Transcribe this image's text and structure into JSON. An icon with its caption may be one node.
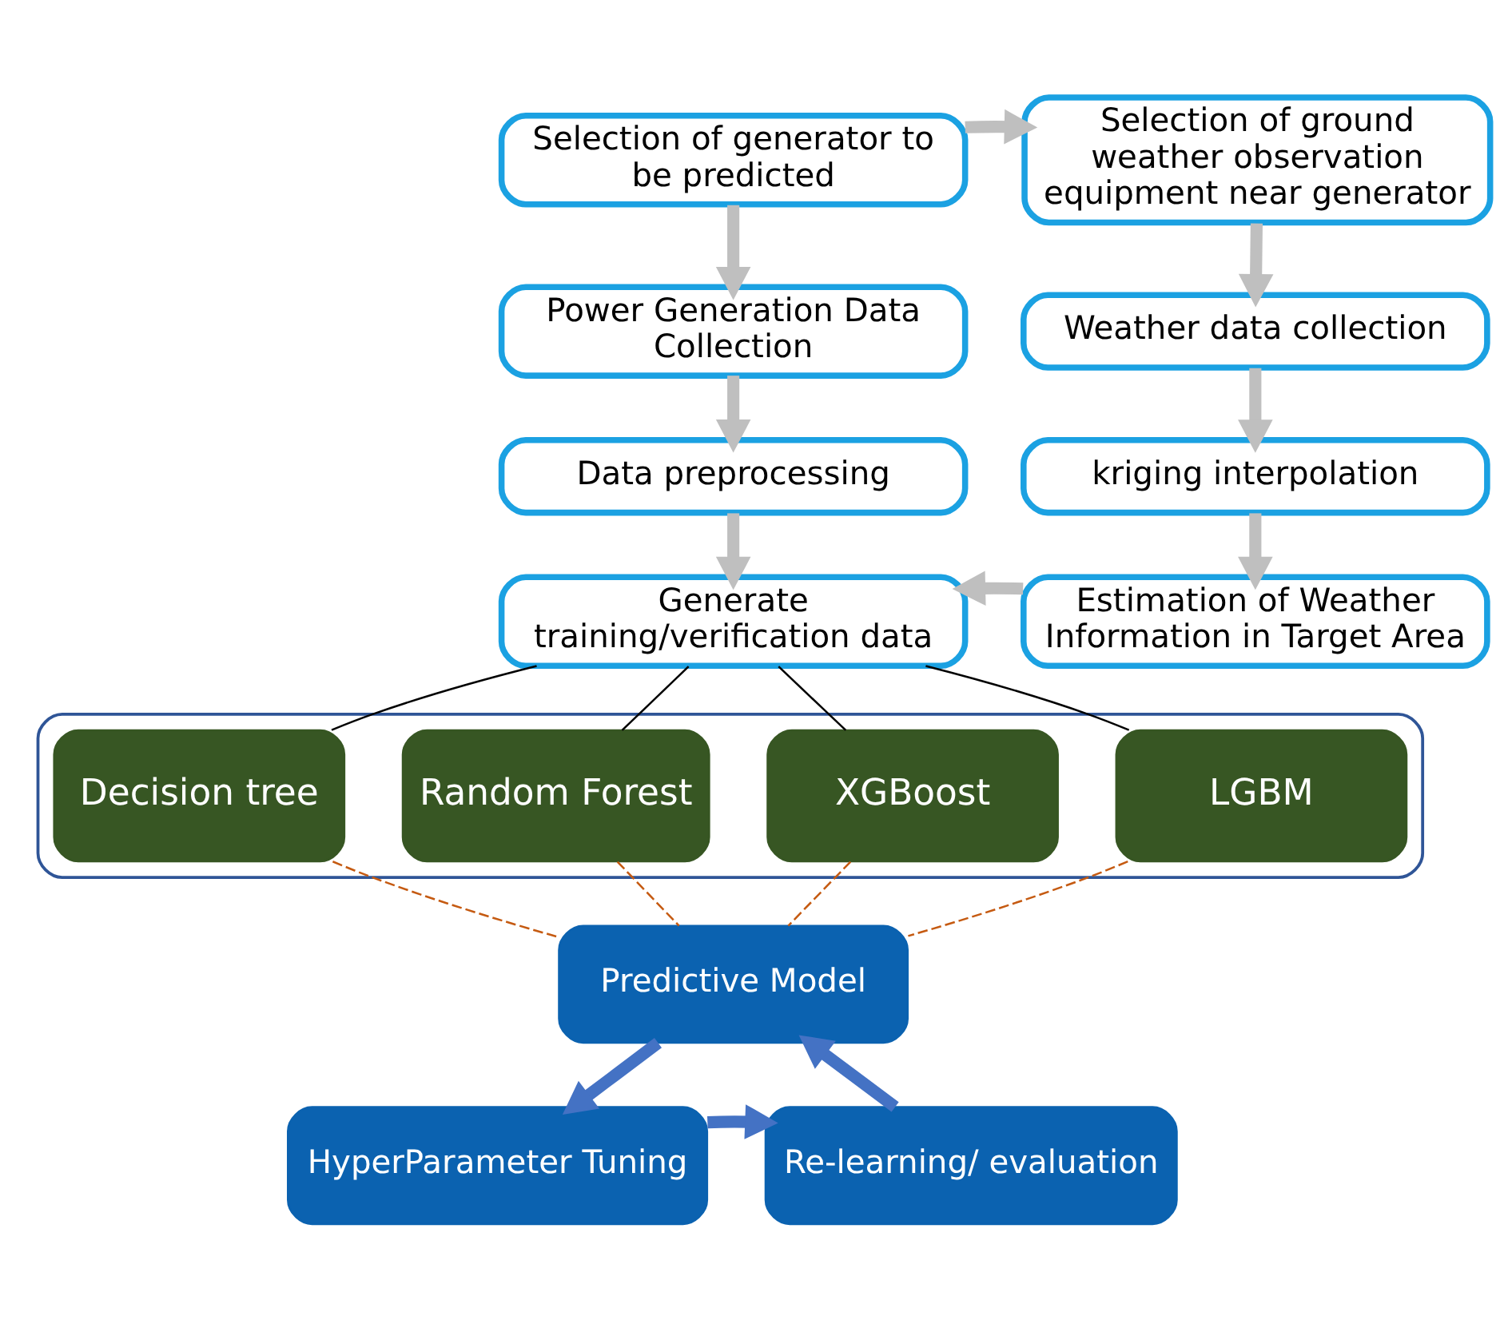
{
  "diagram": {
    "nodes": [
      {
        "text": [
          "Selection of generator to be predicted"
        ]
      },
      {
        "text": [
          "Selection of ground weather observation equipment near generator"
        ]
      },
      {
        "text": [
          "Power Generation Data Collection"
        ]
      },
      {
        "text": [
          "Weather data collection"
        ]
      },
      {
        "text": [
          "Data preprocessing"
        ]
      },
      {
        "text": [
          "kriging interpolation"
        ]
      },
      {
        "text": [
          "Generate training/verification data"
        ]
      },
      {
        "text": [
          "Estimation of Weather Information in Target Area"
        ]
      },
      {
        "text": [],
        "shape": "box"
      },
      {
        "text": [
          "Decision tree"
        ],
        "in": 8
      },
      {
        "text": [
          "Random Forest"
        ],
        "in": 8
      },
      {
        "text": [
          "XGBoost"
        ],
        "in": 8
      },
      {
        "text": [
          "LGBM"
        ],
        "in": 8
      },
      {
        "text": [
          "Predictive Model"
        ]
      },
      {
        "text": [
          "HyperParameter Tuning"
        ]
      },
      {
        "text": [
          "Re-learning/ evaluation"
        ]
      }
    ],
    "edges": [
      {
        "from": 0,
        "to": 1,
        "arrow": "to"
      },
      {
        "from": 0,
        "to": 2,
        "arrow": "to"
      },
      {
        "from": 2,
        "to": 4,
        "arrow": "to"
      },
      {
        "from": 4,
        "to": 6,
        "arrow": "to"
      },
      {
        "from": 1,
        "to": 3,
        "arrow": "to"
      },
      {
        "from": 3,
        "to": 5,
        "arrow": "to"
      },
      {
        "from": 5,
        "to": 7,
        "arrow": "to"
      },
      {
        "from": 7,
        "to": 6,
        "arrow": "to"
      },
      {
        "from": 6,
        "to": 9,
        "arrow": "none",
        "color": "#000000"
      },
      {
        "from": 6,
        "to": 10,
        "arrow": "none",
        "color": "#000000"
      },
      {
        "from": 6,
        "to": 11,
        "arrow": "none",
        "color": "#000000"
      },
      {
        "from": 6,
        "to": 12,
        "arrow": "none",
        "color": "#000000"
      },
      {
        "from": 9,
        "to": 13,
        "arrow": "none",
        "style": "dashed",
        "color": "#c55a11"
      },
      {
        "from": 10,
        "to": 13,
        "arrow": "none",
        "style": "dashed",
        "color": "#c55a11"
      },
      {
        "from": 11,
        "to": 13,
        "arrow": "none",
        "style": "dashed",
        "color": "#c55a11"
      },
      {
        "from": 12,
        "to": 13,
        "arrow": "none",
        "style": "dashed",
        "color": "#c55a11"
      },
      {
        "from": 13,
        "to": 14,
        "arrow": "to",
        "color": "#4472c4"
      },
      {
        "from": 14,
        "to": 15,
        "arrow": "to",
        "color": "#4472c4"
      },
      {
        "from": 15,
        "to": 13,
        "arrow": "to",
        "color": "#4472c4"
      }
    ]
  }
}
